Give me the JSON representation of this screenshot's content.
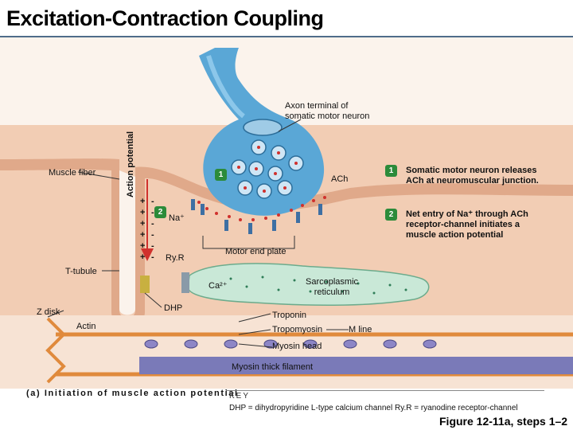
{
  "title": "Excitation-Contraction Coupling",
  "labels": {
    "axon_terminal": [
      "Axon terminal of",
      "somatic motor neuron"
    ],
    "muscle_fiber": "Muscle fiber",
    "ach": "ACh",
    "na": "Na⁺",
    "action_potential": "Action potential",
    "ryr": "Ry.R",
    "motor_end_plate": "Motor end plate",
    "t_tubule": "T-tubule",
    "ca": "Ca²⁺",
    "sarcoplasmic_reticulum": [
      "Sarcoplasmic",
      "reticulum"
    ],
    "z_disk": "Z disk",
    "dhp": "DHP",
    "troponin": "Troponin",
    "actin": "Actin",
    "tropomyosin": "Tropomyosin",
    "m_line": "M line",
    "myosin_head": "Myosin head",
    "myosin_thick_filament": "Myosin thick filament"
  },
  "steps": [
    {
      "number": "1",
      "text": [
        "Somatic motor neuron releases",
        "ACh at neuromuscular junction."
      ]
    },
    {
      "number": "2",
      "text": [
        "Net entry of Na⁺ through ACh",
        "receptor-channel initiates a",
        "muscle action potential"
      ]
    }
  ],
  "diagram_badges": [
    "1",
    "2"
  ],
  "panel_label": "(a) Initiation of muscle action potential",
  "key": {
    "title": "KEY",
    "text": "DHP = dihydropyridine L-type calcium channel   Ry.R = ryanodine receptor-channel"
  },
  "figure_label": "Figure 12-11a, steps 1–2",
  "colors": {
    "neuron": "#5aa7d6",
    "muscle": "#f2cdb4",
    "muscle_dark": "#e0a98a",
    "sr": "#c9e8d7",
    "step_badge": "#2c8b3a",
    "actin": "#e08a3c",
    "myosin": "#7a7ab8",
    "arrow": "#d0312d"
  }
}
